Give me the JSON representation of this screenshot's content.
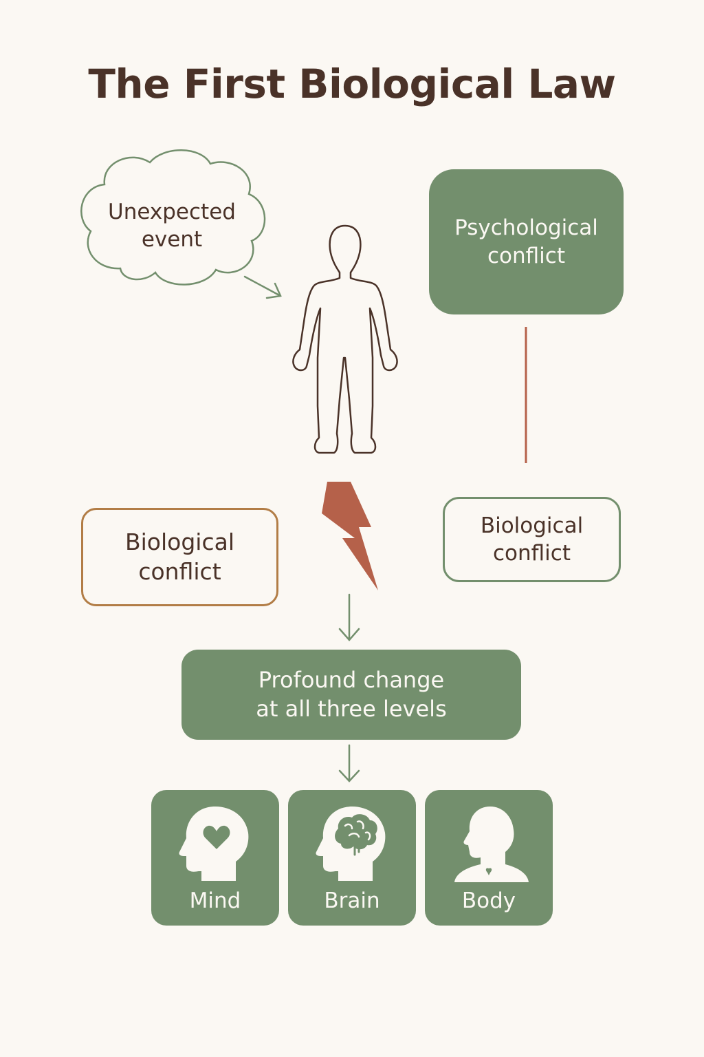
{
  "title": "The First Biological Law",
  "nodes": {
    "unexpected_event": [
      "Unexpected",
      "event"
    ],
    "psychological_conflict": [
      "Psychological",
      "conflict"
    ],
    "biological_conflict_left": [
      "Biological",
      "conflict"
    ],
    "biological_conflict_right": [
      "Biological",
      "conflict"
    ],
    "profound_change": [
      "Profound change",
      "at all three levels"
    ]
  },
  "levels": [
    {
      "label": "Mind",
      "icon": "head-heart-icon"
    },
    {
      "label": "Brain",
      "icon": "head-brain-icon"
    },
    {
      "label": "Body",
      "icon": "body-silhouette-icon"
    }
  ],
  "colors": {
    "background": "#fbf8f3",
    "green": "#738f6d",
    "brown_text": "#4a3228",
    "lightning": "#b5614a",
    "left_border": "#b27d46"
  }
}
